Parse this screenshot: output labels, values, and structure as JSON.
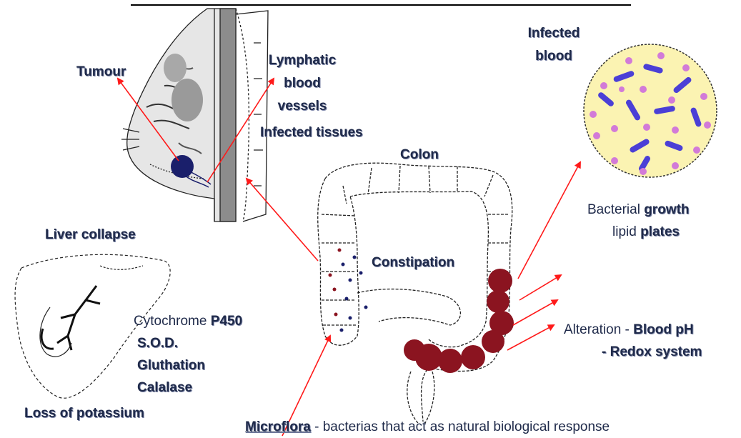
{
  "labels": {
    "tumour": "Tumour",
    "lymphatic_line1": "Lymphatic",
    "lymphatic_line2": "blood",
    "lymphatic_line3": "vessels",
    "infected_tissues": "Infected tissues",
    "colon": "Colon",
    "constipation": "Constipation",
    "infected_blood_line1": "Infected",
    "infected_blood_line2": "blood",
    "bacterial_prefix": "Bacterial ",
    "bacterial_bold": "growth",
    "lipid_prefix": "lipid ",
    "lipid_bold": "plates",
    "liver_collapse": "Liver collapse",
    "cyto_prefix": "Cytochrome",
    "cyto_bold": " P450",
    "sod": "S.O.D.",
    "gluthation": "Gluthation",
    "calalase": "Calalase",
    "loss_potassium": "Loss of potassium",
    "alteration_prefix": "Alteration - ",
    "alteration_bold": "Blood pH",
    "redox": "- Redox system",
    "microflora": "Microflora",
    "microflora_rest": " - bacterias that act as natural biological response"
  },
  "colors": {
    "text": "#1f2a4a",
    "arrow": "#ff1a1a",
    "tumour": "#1a1f6b",
    "colon_mass": "#8b1420",
    "blood_bg": "#fbf3b2",
    "bacteria_blue": "#4b3fd6",
    "bacteria_pink": "#d27ad8"
  }
}
